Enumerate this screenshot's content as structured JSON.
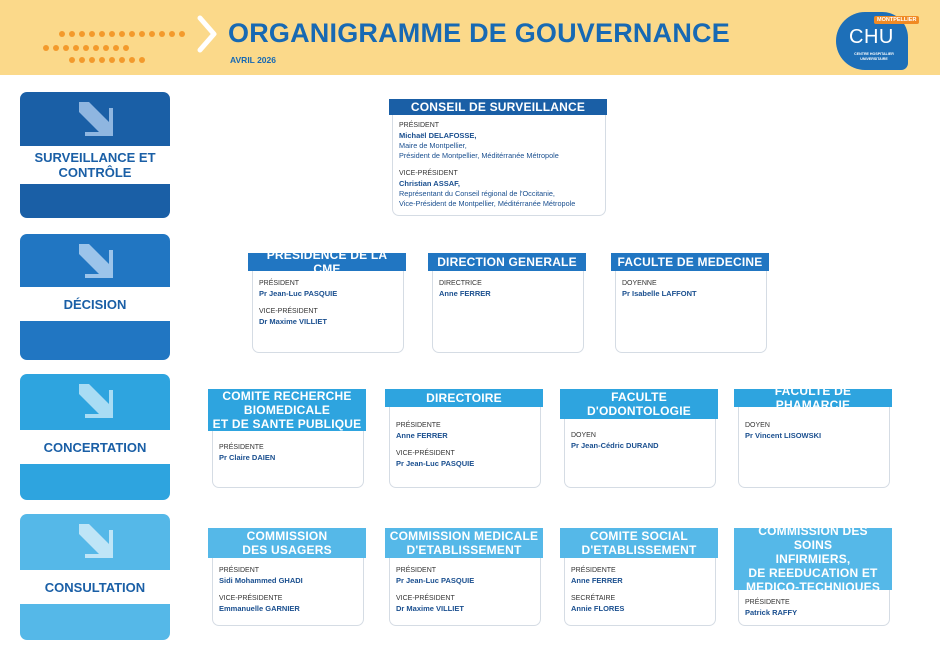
{
  "header": {
    "title": "ORGANIGRAMME DE GOUVERNANCE",
    "date": "AVRIL 2026",
    "logo": {
      "tag": "MONTPELLIER",
      "text": "CHU",
      "subtitle": "CENTRE HOSPITALIER UNIVERSITAIRE"
    }
  },
  "categories": [
    {
      "label": "SURVEILLANCE ET CONTRÔLE"
    },
    {
      "label": "DÉCISION"
    },
    {
      "label": "CONCERTATION"
    },
    {
      "label": "CONSULTATION"
    }
  ],
  "cards": {
    "conseil": {
      "title": "CONSEIL DE SURVEILLANCE",
      "r1": "PRÉSIDENT",
      "n1": "Michaël DELAFOSSE,",
      "d1a": "Maire de Montpellier,",
      "d1b": "Président de Montpellier, Méditérranée Métropole",
      "r2": "VICE-PRÉSIDENT",
      "n2": "Christian ASSAF,",
      "d2a": "Représentant du Conseil régional de l'Occitanie,",
      "d2b": "Vice-Président de Montpellier, Méditérranée Métropole"
    },
    "cme": {
      "title": "PRESIDENCE DE LA CME",
      "r1": "PRÉSIDENT",
      "n1": "Pr Jean-Luc PASQUIE",
      "r2": "VICE-PRÉSIDENT",
      "n2": "Dr Maxime VILLIET"
    },
    "direction": {
      "title": "DIRECTION GENERALE",
      "r1": "DIRECTRICE",
      "n1": "Anne FERRER"
    },
    "medecine": {
      "title": "FACULTE DE MEDECINE",
      "r1": "DOYENNE",
      "n1": "Pr Isabelle LAFFONT"
    },
    "recherche": {
      "title_l1": "COMITE RECHERCHE",
      "title_l2": "BIOMEDICALE",
      "title_l3": "ET DE SANTE PUBLIQUE",
      "r1": "PRÉSIDENTE",
      "n1": "Pr Claire DAIEN"
    },
    "directoire": {
      "title": "DIRECTOIRE",
      "r1": "PRÉSIDENTE",
      "n1": "Anne FERRER",
      "r2": "VICE-PRÉSIDENT",
      "n2": "Pr Jean-Luc PASQUIE"
    },
    "odontologie": {
      "title_l1": "FACULTE",
      "title_l2": "D'ODONTOLOGIE",
      "r1": "DOYEN",
      "n1": "Pr Jean-Cédric DURAND"
    },
    "pharmacie": {
      "title": "FACULTE DE PHAMARCIE",
      "r1": "DOYEN",
      "n1": "Pr Vincent LISOWSKI"
    },
    "usagers": {
      "title_l1": "COMMISSION",
      "title_l2": "DES USAGERS",
      "r1": "PRÉSIDENT",
      "n1": "Sidi Mohammed GHADI",
      "r2": "VICE-PRÉSIDENTE",
      "n2": "Emmanuelle GARNIER"
    },
    "cme_etab": {
      "title_l1": "COMMISSION MEDICALE",
      "title_l2": "D'ETABLISSEMENT",
      "r1": "PRÉSIDENT",
      "n1": "Pr Jean-Luc PASQUIE",
      "r2": "VICE-PRÉSIDENT",
      "n2": "Dr Maxime VILLIET"
    },
    "social": {
      "title_l1": "COMITE SOCIAL",
      "title_l2": "D'ETABLISSEMENT",
      "r1": "PRÉSIDENTE",
      "n1": "Anne FERRER",
      "r2": "SECRÉTAIRE",
      "n2": "Annie FLORES"
    },
    "soins": {
      "title_l1": "COMMISSION DES SOINS",
      "title_l2": "INFIRMIERS,",
      "title_l3": "DE REEDUCATION ET",
      "title_l4": "MEDICO-TECHNIQUES",
      "r1": "PRÉSIDENTE",
      "n1": "Patrick RAFFY"
    }
  },
  "colors": {
    "header_bg": "#fbd98a",
    "title_blue": "#1769b3",
    "dark_blue": "#1a5fa6",
    "mid_blue": "#2176c2",
    "light_blue": "#2ea4df",
    "pale_blue": "#55b8e8",
    "accent_orange": "#f08a24"
  }
}
